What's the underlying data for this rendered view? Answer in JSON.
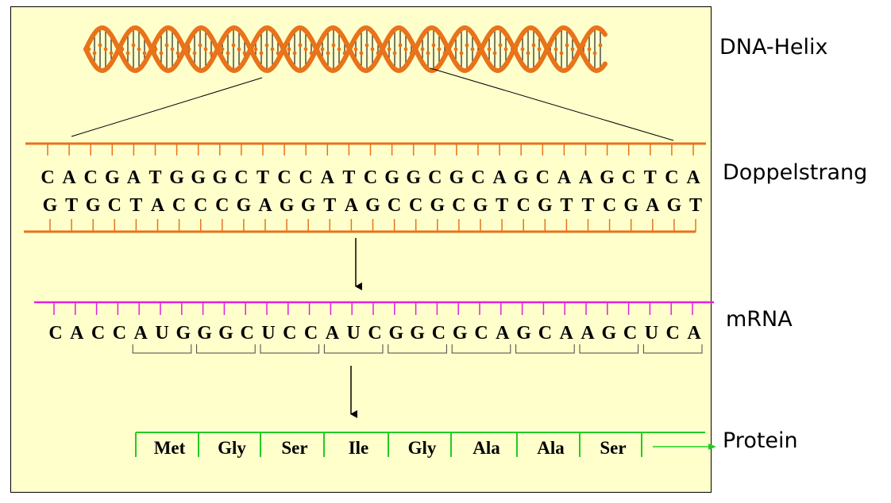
{
  "labels": {
    "helix": "DNA-Helix",
    "double_strand": "Doppelstrang",
    "mrna": "mRNA",
    "protein": "Protein"
  },
  "sequences": {
    "dna_top": [
      "C",
      "A",
      "C",
      "G",
      "A",
      "T",
      "G",
      "G",
      "G",
      "C",
      "T",
      "C",
      "C",
      "A",
      "T",
      "C",
      "G",
      "G",
      "C",
      "G",
      "C",
      "A",
      "G",
      "C",
      "A",
      "A",
      "G",
      "C",
      "T",
      "C",
      "A"
    ],
    "dna_bottom": [
      "G",
      "T",
      "G",
      "C",
      "T",
      "A",
      "C",
      "C",
      "C",
      "G",
      "A",
      "G",
      "G",
      "T",
      "A",
      "G",
      "C",
      "C",
      "G",
      "C",
      "G",
      "T",
      "C",
      "G",
      "T",
      "T",
      "C",
      "G",
      "A",
      "G",
      "T"
    ],
    "mrna": [
      "C",
      "A",
      "C",
      "C",
      "A",
      "U",
      "G",
      "G",
      "G",
      "C",
      "U",
      "C",
      "C",
      "A",
      "U",
      "C",
      "G",
      "G",
      "C",
      "G",
      "C",
      "A",
      "G",
      "C",
      "A",
      "A",
      "G",
      "C",
      "U",
      "C",
      "A"
    ]
  },
  "protein": [
    "Met",
    "Gly",
    "Ser",
    "Ile",
    "Gly",
    "Ala",
    "Ala",
    "Ser"
  ],
  "colors": {
    "background": "#ffffcc",
    "dna_strand": "#e8731a",
    "mrna_strand": "#e020e0",
    "protein_strand": "#22cc22",
    "text": "#000000"
  }
}
